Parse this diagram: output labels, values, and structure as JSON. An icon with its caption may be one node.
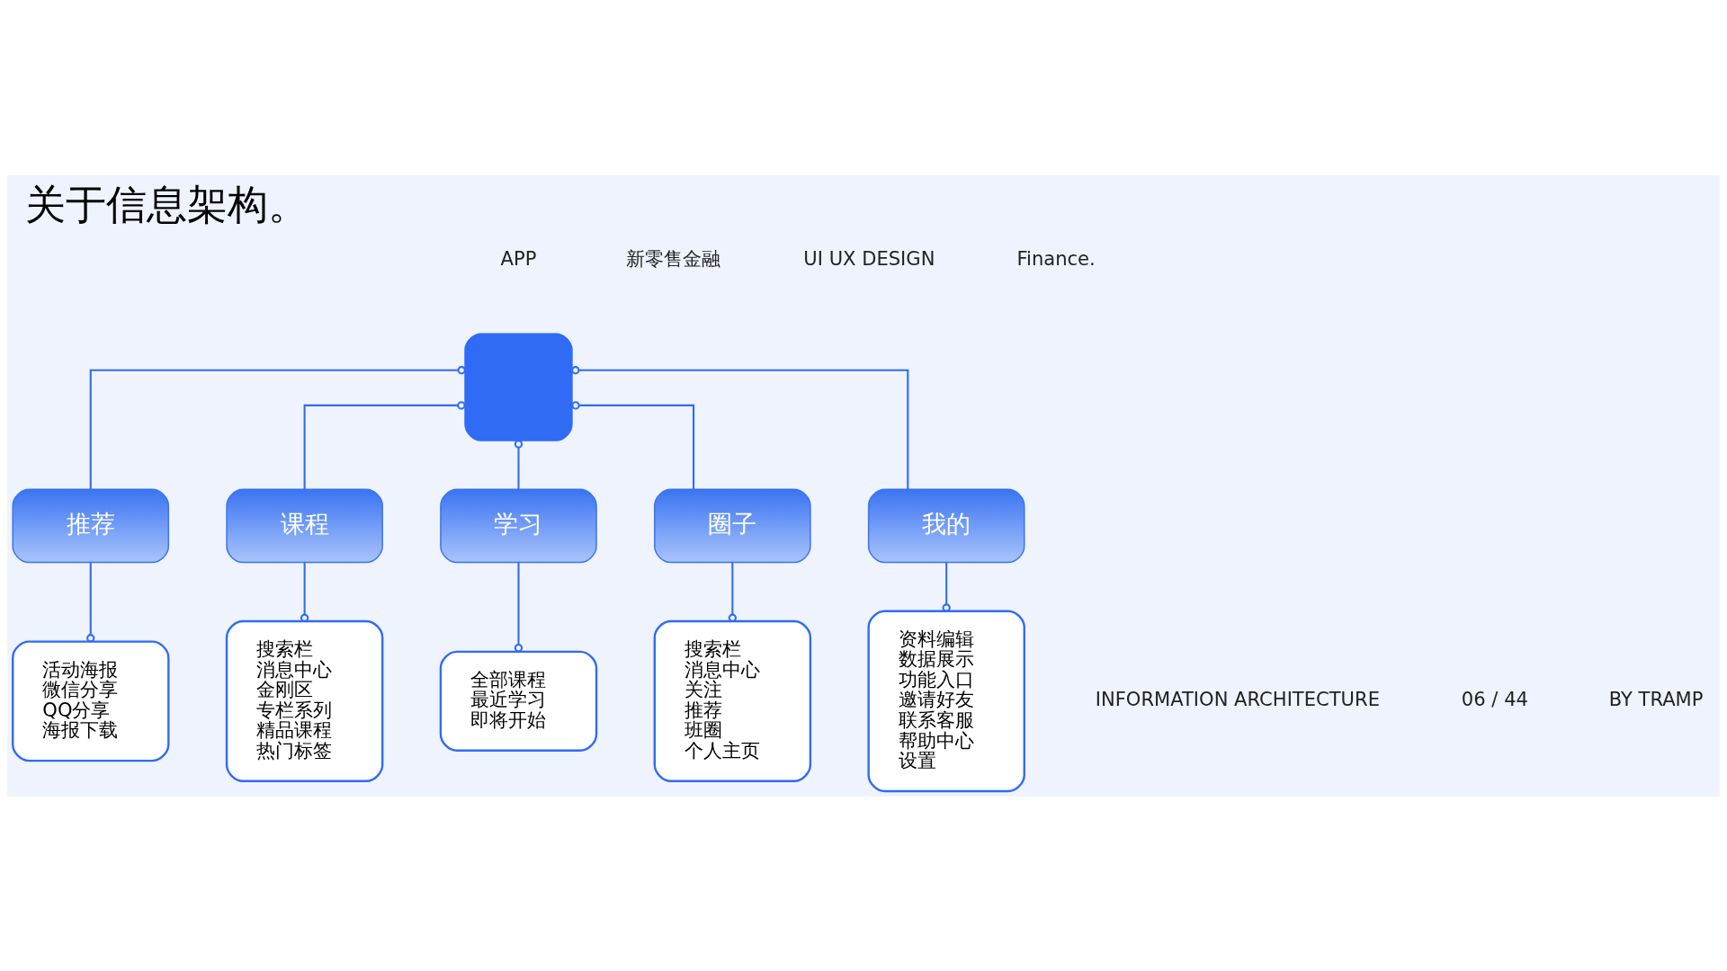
{
  "diagram": {
    "title": "关于信息架构。",
    "nodes": [
      {
        "text": [],
        "shape": "box"
      },
      {
        "text": [
          "推荐"
        ]
      },
      {
        "text": [
          "课程"
        ]
      },
      {
        "text": [
          "学习"
        ]
      },
      {
        "text": [
          "圈子"
        ]
      },
      {
        "text": [
          "我的"
        ]
      },
      {
        "text": [
          "活动海报",
          "微信分享",
          "QQ分享",
          "海报下载"
        ]
      },
      {
        "text": [
          "搜索栏",
          "消息中心",
          "金刚区",
          "专栏系列",
          "精品课程",
          "热门标签"
        ]
      },
      {
        "text": [
          "全部课程",
          "最近学习",
          "即将开始"
        ]
      },
      {
        "text": [
          "搜索栏",
          "消息中心",
          "关注",
          "推荐",
          "班圈",
          "个人主页"
        ]
      },
      {
        "text": [
          "资料编辑",
          "数据展示",
          "功能入口",
          "邀请好友",
          "联系客服",
          "帮助中心",
          "设置"
        ]
      }
    ],
    "edges": [
      {
        "from": 0,
        "to": 1,
        "arrow": "other"
      },
      {
        "from": 0,
        "to": 2,
        "arrow": "other"
      },
      {
        "from": 0,
        "to": 3,
        "arrow": "other"
      },
      {
        "from": 0,
        "to": 4,
        "arrow": "other"
      },
      {
        "from": 0,
        "to": 5,
        "arrow": "other"
      },
      {
        "from": 1,
        "to": 6,
        "arrow": "other"
      },
      {
        "from": 2,
        "to": 7,
        "arrow": "other"
      },
      {
        "from": 3,
        "to": 8,
        "arrow": "other"
      },
      {
        "from": 4,
        "to": 9,
        "arrow": "other"
      },
      {
        "from": 5,
        "to": 10,
        "arrow": "other"
      }
    ],
    "labels": [
      "APP",
      "新零售金融",
      "UI UX DESIGN",
      "Finance.",
      "INFORMATION ARCHITECTURE",
      "06 / 44",
      "BY TRAMP"
    ]
  }
}
